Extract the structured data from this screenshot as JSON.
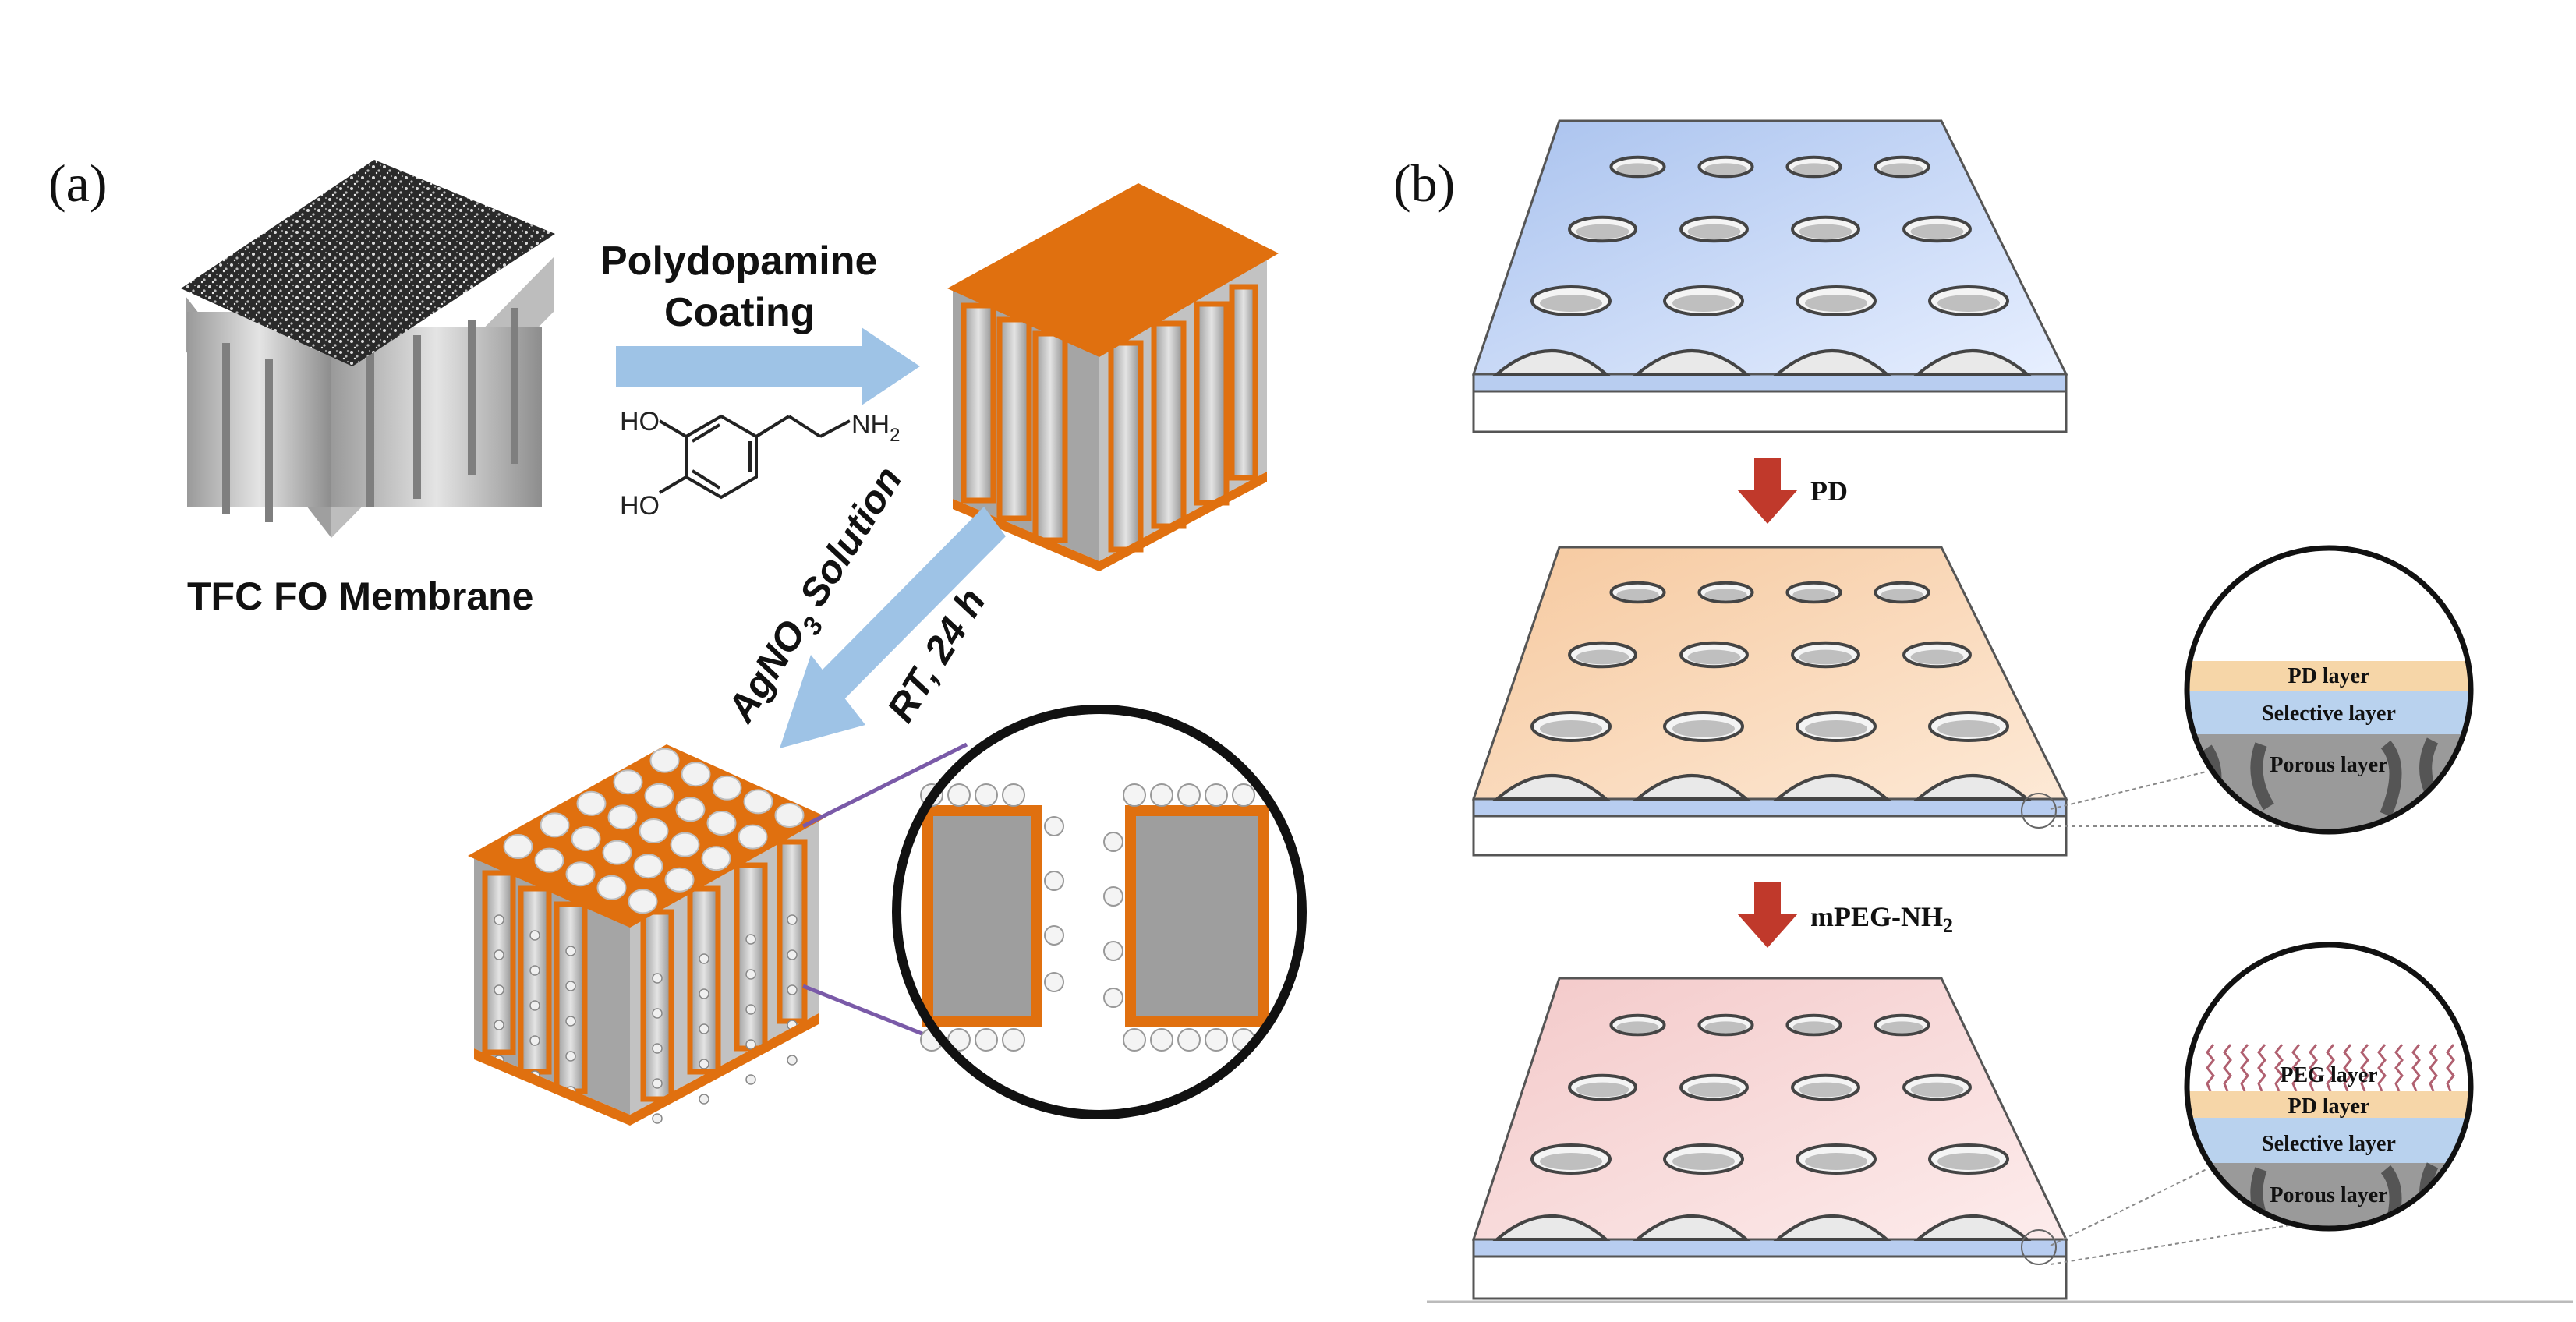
{
  "panel_a": {
    "label": "(a)",
    "membrane_caption": "TFC FO Membrane",
    "step1_line1": "Polydopamine",
    "step1_line2": "Coating",
    "molecule": {
      "ho_top": "HO",
      "ho_bottom": "HO",
      "nh2": "NH",
      "nh2_sub": "2"
    },
    "step2_reagent": "AgNO",
    "step2_reagent_sub": "3",
    "step2_reagent_suffix": " Solution",
    "step2_conditions": "RT,  24 h"
  },
  "panel_b": {
    "label": "(b)",
    "step1": "PD",
    "step2_main": "mPEG-NH",
    "step2_sub": "2",
    "inset1": [
      "PD layer",
      "Selective layer",
      "Porous layer"
    ],
    "inset2": [
      "PEG layer",
      "PD layer",
      "Selective layer",
      "Porous layer"
    ]
  },
  "colors": {
    "orange": "#e0700f",
    "arrow_blue": "#9ec3e6",
    "arrow_red": "#c0392b",
    "membrane_blue": "#b8cdf0",
    "membrane_peach": "#f7d3b0",
    "membrane_pink": "#f5d3d3",
    "layer_pd": "#f6d6a8",
    "layer_selective": "#b9d2ee",
    "layer_porous": "#9a9a9a"
  }
}
